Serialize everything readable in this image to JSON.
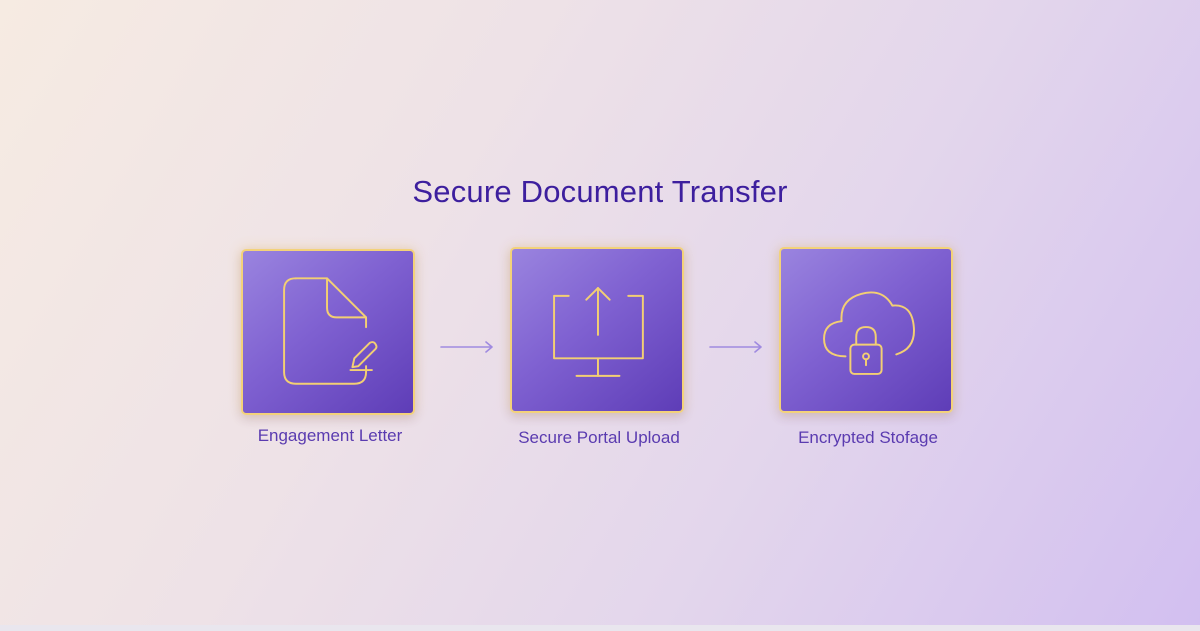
{
  "title": "Secure Document Transfer",
  "steps": [
    {
      "label": "Engagement Letter",
      "icon": "document-edit-icon"
    },
    {
      "label": "Secure Portal Upload",
      "icon": "monitor-upload-icon"
    },
    {
      "label": "Encrypted Stofage",
      "icon": "cloud-lock-icon"
    }
  ],
  "colors": {
    "title": "#3d1f9e",
    "card_fill": "#7f61d1",
    "card_border": "#f3d27a",
    "icon_stroke": "#f3cf73",
    "label": "#5a3bb0",
    "arrow": "#a08be0"
  }
}
